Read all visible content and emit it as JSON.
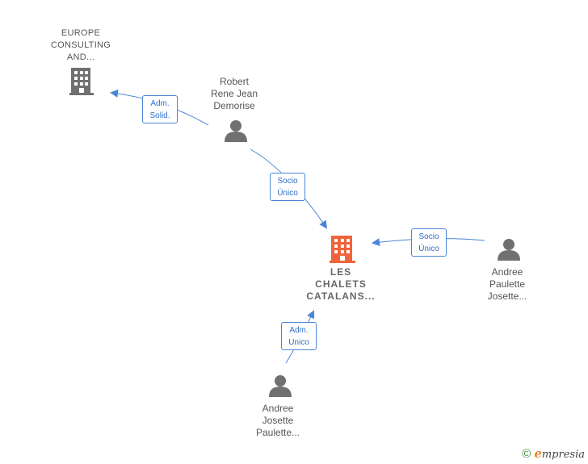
{
  "colors": {
    "edge": "#4a86d8",
    "person": "#707070",
    "company_gray": "#707070",
    "company_main": "#f0643c"
  },
  "nodes": {
    "europe": {
      "lines": [
        "EUROPE",
        "CONSULTING",
        "AND..."
      ],
      "icon": "building-icon"
    },
    "robert": {
      "lines": [
        "Robert",
        "Rene Jean",
        "Demorise"
      ],
      "icon": "person-icon"
    },
    "chalets": {
      "lines": [
        "LES",
        "CHALETS",
        "CATALANS..."
      ],
      "icon": "building-icon"
    },
    "andree_right": {
      "lines": [
        "Andree",
        "Paulette",
        "Josette..."
      ],
      "icon": "person-icon"
    },
    "andree_bottom": {
      "lines": [
        "Andree",
        "Josette",
        "Paulette..."
      ],
      "icon": "person-icon"
    }
  },
  "edges": {
    "robert_europe": [
      "Adm.",
      "Solid."
    ],
    "robert_chalets": [
      "Socio",
      "Único"
    ],
    "andree_right_chalets": [
      "Socio",
      "Único"
    ],
    "andree_bottom_chalets": [
      "Adm.",
      "Unico"
    ]
  },
  "footer": {
    "copyright": "©",
    "brand_initial": "e",
    "brand_rest": "mpresia"
  }
}
